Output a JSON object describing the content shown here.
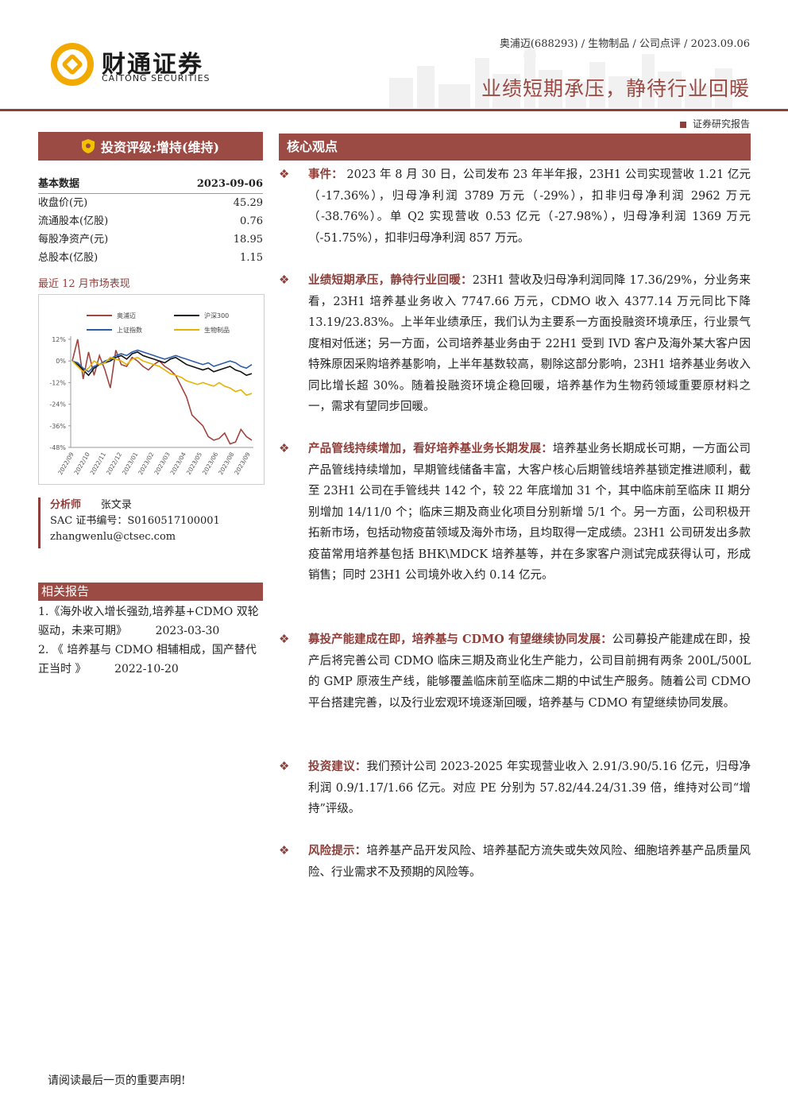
{
  "header": {
    "logo_cn": "财通证券",
    "logo_en": "CAITONG SECURITIES",
    "meta": "奥浦迈(688293) / 生物制品 / 公司点评 / 2023.09.06",
    "title": "业绩短期承压，静待行业回暖",
    "report_type": "证券研究报告",
    "brand_color": "#8e3f3a"
  },
  "rating": {
    "label": "投资评级:增持(维持)"
  },
  "basic_data": {
    "title": "基本数据",
    "date": "2023-09-06",
    "rows": [
      {
        "label": "收盘价(元)",
        "value": "45.29"
      },
      {
        "label": "流通股本(亿股)",
        "value": "0.76"
      },
      {
        "label": "每股净资产(元)",
        "value": "18.95"
      },
      {
        "label": "总股本(亿股)",
        "value": "1.15"
      }
    ]
  },
  "chart_caption": "最近 12 月市场表现",
  "chart_data": {
    "type": "line",
    "title": "",
    "legend": [
      "奥浦迈",
      "沪深300",
      "上证指数",
      "生物制品"
    ],
    "x_ticks": [
      "2022/09",
      "2022/10",
      "2022/11",
      "2022/12",
      "2023/01",
      "2023/02",
      "2023/03",
      "2023/04",
      "2023/05",
      "2023/06",
      "2023/08",
      "2023/09"
    ],
    "y_ticks": [
      "12%",
      "0%",
      "-12%",
      "-24%",
      "-36%",
      "-48%"
    ],
    "ylim": [
      -48,
      12
    ],
    "series": [
      {
        "name": "奥浦迈",
        "color": "#a0453f",
        "values": [
          0,
          12,
          -10,
          5,
          -8,
          3,
          -5,
          -15,
          6,
          -2,
          -3,
          2,
          0,
          -3,
          -5,
          -2,
          0,
          -3,
          -5,
          -8,
          -14,
          -20,
          -30,
          -33,
          -36,
          -42,
          -44,
          -43,
          -40,
          -46,
          -45,
          -38,
          -42,
          -44
        ]
      },
      {
        "name": "沪深300",
        "color": "#111111",
        "values": [
          0,
          -2,
          -5,
          -8,
          -4,
          -2,
          -1,
          0,
          2,
          3,
          1,
          4,
          5,
          3,
          2,
          1,
          0,
          -1,
          1,
          2,
          0,
          -2,
          -3,
          -4,
          -5,
          -4,
          -6,
          -5,
          -4,
          -3,
          -5,
          -6,
          -8,
          -7
        ]
      },
      {
        "name": "上证指数",
        "color": "#2f5ea8",
        "values": [
          0,
          -1,
          -4,
          -6,
          -3,
          -2,
          0,
          1,
          3,
          4,
          3,
          5,
          6,
          5,
          4,
          3,
          2,
          1,
          2,
          3,
          2,
          1,
          0,
          -1,
          -2,
          -1,
          -3,
          -2,
          -1,
          0,
          -1,
          -3,
          -4,
          -2
        ]
      },
      {
        "name": "生物制品",
        "color": "#e6b300",
        "values": [
          0,
          -3,
          -6,
          -4,
          0,
          -2,
          -1,
          2,
          1,
          0,
          -2,
          1,
          2,
          0,
          -1,
          -2,
          -3,
          -5,
          -7,
          -8,
          -9,
          -11,
          -12,
          -13,
          -12,
          -13,
          -14,
          -12,
          -14,
          -15,
          -17,
          -16,
          -19,
          -18
        ]
      }
    ]
  },
  "analyst": {
    "title_label": "分析师",
    "name": "张文录",
    "sac": "SAC 证书编号：S0160517100001",
    "email": "zhangwenlu@ctsec.com"
  },
  "related": {
    "title": "相关报告",
    "items": [
      {
        "text": "1.《海外收入增长强劲,培养基+CDMO 双轮驱动，未来可期》",
        "date": "2023-03-30"
      },
      {
        "text": "2. 《 培养基与 CDMO 相辅相成，国产替代正当时 》",
        "date": "2022-10-20"
      }
    ]
  },
  "core": {
    "title": "核心观点",
    "bullets": [
      {
        "head": "事件：",
        "text": " 2023 年 8 月 30 日，公司发布 23 年半年报，23H1 公司实现营收 1.21 亿元（-17.36%），归母净利润 3789 万元（-29%），扣非归母净利润 2962 万元（-38.76%）。单 Q2 实现营收 0.53 亿元（-27.98%），归母净利润 1369 万元（-51.75%），扣非归母净利润 857 万元。"
      },
      {
        "head": "业绩短期承压，静待行业回暖：",
        "text": "23H1 营收及归母净利润同降 17.36/29%，分业务来看，23H1 培养基业务收入 7747.66 万元，CDMO 收入 4377.14 万元同比下降 13.19/23.83%。上半年业绩承压，我们认为主要系一方面投融资环境承压，行业景气度相对低迷；另一方面，公司培养基业务由于 22H1 受到 IVD 客户及海外某大客户因特殊原因采购培养基影响，上半年基数较高，剔除这部分影响，23H1 培养基业务收入同比增长超 30%。随着投融资环境企稳回暖，培养基作为生物药领域重要原材料之一，需求有望同步回暖。"
      },
      {
        "head": "产品管线持续增加，看好培养基业务长期发展：",
        "text": "培养基业务长期成长可期，一方面公司产品管线持续增加，早期管线储备丰富，大客户核心后期管线培养基锁定推进顺利，截至 23H1 公司在手管线共 142 个，较 22 年底增加 31 个，其中临床前至临床 II 期分别增加 14/11/0 个；临床三期及商业化项目分别新增 5/1 个。另一方面，公司积极开拓新市场，包括动物疫苗领域及海外市场，且均取得一定成绩。23H1 公司研发出多款疫苗常用培养基包括 BHK\\MDCK 培养基等，并在多家客户测试完成获得认可，形成销售；同时 23H1 公司境外收入约 0.14 亿元。"
      },
      {
        "head": "募投产能建成在即，培养基与 CDMO 有望继续协同发展：",
        "text": "公司募投产能建成在即，投产后将完善公司 CDMO 临床三期及商业化生产能力，公司目前拥有两条 200L/500L 的 GMP 原液生产线，能够覆盖临床前至临床二期的中试生产服务。随着公司 CDMO 平台搭建完善，以及行业宏观环境逐渐回暖，培养基与 CDMO 有望继续协同发展。"
      },
      {
        "head": "投资建议：",
        "text": "我们预计公司 2023-2025 年实现营业收入 2.91/3.90/5.16 亿元，归母净利润 0.9/1.17/1.66 亿元。对应 PE 分别为 57.82/44.24/31.39 倍，维持对公司“增持”评级。"
      },
      {
        "head": "风险提示：",
        "text": "培养基产品开发风险、培养基配方流失或失效风险、细胞培养基产品质量风险、行业需求不及预期的风险等。"
      }
    ]
  },
  "footer": "请阅读最后一页的重要声明!"
}
